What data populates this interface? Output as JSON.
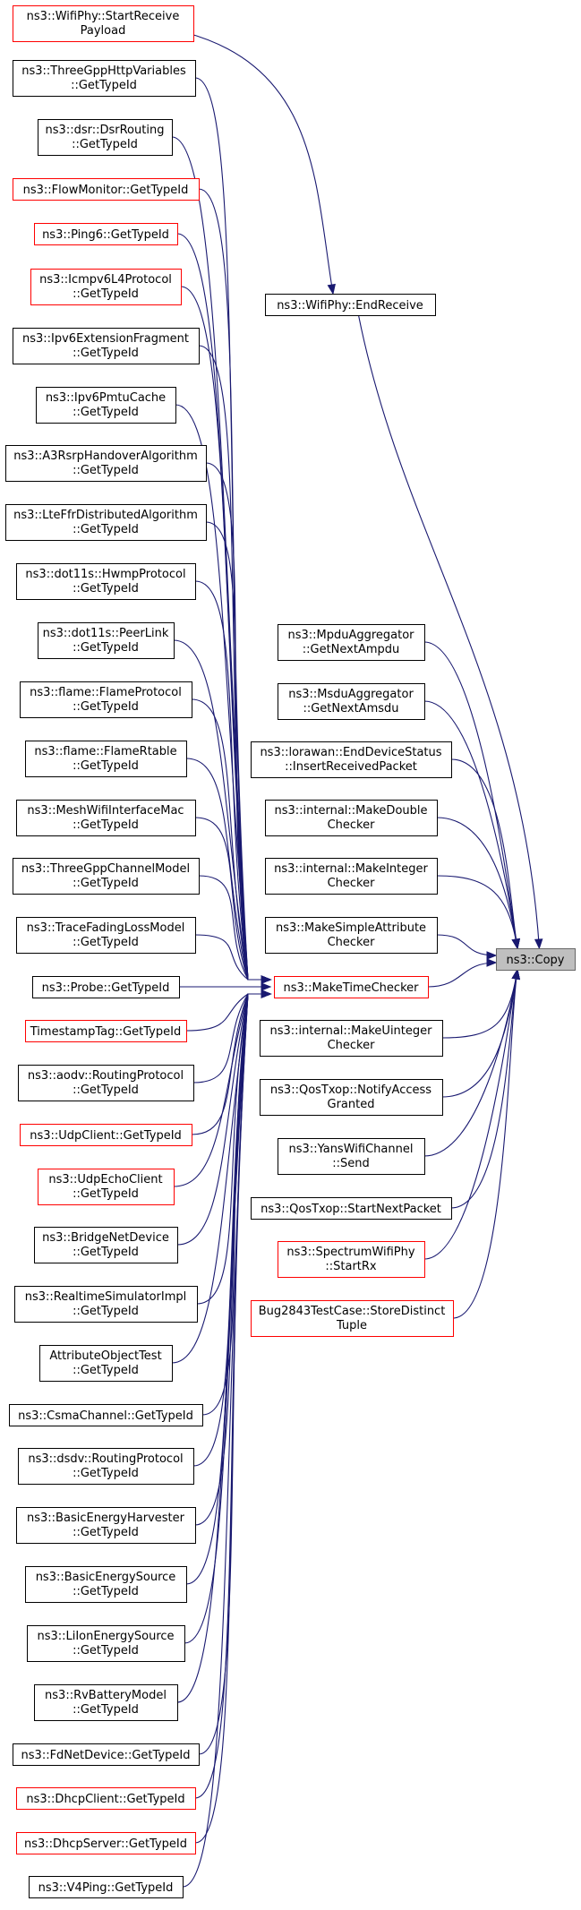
{
  "graph": {
    "target": "ns3::Copy",
    "hub": "ns3::MakeTimeChecker",
    "relay": "ns3::WifiPhy::EndReceive",
    "colors": {
      "edge": "#191970",
      "hub_border": "#ff0000",
      "caller_border": "#000000",
      "link_caller_border": "#ff0000",
      "target_fill": "#bfbfbf"
    },
    "nodes": [
      {
        "id": "wifi_start_receive",
        "lines": [
          "ns3::WifiPhy::StartReceive",
          "Payload"
        ],
        "red": true
      },
      {
        "id": "threegpp_http",
        "lines": [
          "ns3::ThreeGppHttpVariables",
          "::GetTypeId"
        ],
        "red": false
      },
      {
        "id": "dsr_routing",
        "lines": [
          "ns3::dsr::DsrRouting",
          "::GetTypeId"
        ],
        "red": false
      },
      {
        "id": "flow_monitor",
        "lines": [
          "ns3::FlowMonitor::GetTypeId"
        ],
        "red": true
      },
      {
        "id": "ping6",
        "lines": [
          "ns3::Ping6::GetTypeId"
        ],
        "red": true
      },
      {
        "id": "icmpv6l4",
        "lines": [
          "ns3::Icmpv6L4Protocol",
          "::GetTypeId"
        ],
        "red": true
      },
      {
        "id": "ipv6_ext_frag",
        "lines": [
          "ns3::Ipv6ExtensionFragment",
          "::GetTypeId"
        ],
        "red": false
      },
      {
        "id": "ipv6_pmtu",
        "lines": [
          "ns3::Ipv6PmtuCache",
          "::GetTypeId"
        ],
        "red": false
      },
      {
        "id": "a3rsrp",
        "lines": [
          "ns3::A3RsrpHandoverAlgorithm",
          "::GetTypeId"
        ],
        "red": false
      },
      {
        "id": "lte_ffr",
        "lines": [
          "ns3::LteFfrDistributedAlgorithm",
          "::GetTypeId"
        ],
        "red": false
      },
      {
        "id": "hwmp",
        "lines": [
          "ns3::dot11s::HwmpProtocol",
          "::GetTypeId"
        ],
        "red": false
      },
      {
        "id": "peer_link",
        "lines": [
          "ns3::dot11s::PeerLink",
          "::GetTypeId"
        ],
        "red": false
      },
      {
        "id": "flame_protocol",
        "lines": [
          "ns3::flame::FlameProtocol",
          "::GetTypeId"
        ],
        "red": false
      },
      {
        "id": "flame_rtable",
        "lines": [
          "ns3::flame::FlameRtable",
          "::GetTypeId"
        ],
        "red": false
      },
      {
        "id": "mesh_wifi_mac",
        "lines": [
          "ns3::MeshWifiInterfaceMac",
          "::GetTypeId"
        ],
        "red": false
      },
      {
        "id": "threegpp_channel",
        "lines": [
          "ns3::ThreeGppChannelModel",
          "::GetTypeId"
        ],
        "red": false
      },
      {
        "id": "trace_fading",
        "lines": [
          "ns3::TraceFadingLossModel",
          "::GetTypeId"
        ],
        "red": false
      },
      {
        "id": "probe",
        "lines": [
          "ns3::Probe::GetTypeId"
        ],
        "red": false
      },
      {
        "id": "timestamp_tag",
        "lines": [
          "TimestampTag::GetTypeId"
        ],
        "red": true
      },
      {
        "id": "aodv_routing",
        "lines": [
          "ns3::aodv::RoutingProtocol",
          "::GetTypeId"
        ],
        "red": false
      },
      {
        "id": "udp_client",
        "lines": [
          "ns3::UdpClient::GetTypeId"
        ],
        "red": true
      },
      {
        "id": "udp_echo_client",
        "lines": [
          "ns3::UdpEchoClient",
          "::GetTypeId"
        ],
        "red": true
      },
      {
        "id": "bridge_net",
        "lines": [
          "ns3::BridgeNetDevice",
          "::GetTypeId"
        ],
        "red": false
      },
      {
        "id": "realtime_sim",
        "lines": [
          "ns3::RealtimeSimulatorImpl",
          "::GetTypeId"
        ],
        "red": false
      },
      {
        "id": "attr_obj_test",
        "lines": [
          "AttributeObjectTest",
          "::GetTypeId"
        ],
        "red": false
      },
      {
        "id": "csma_channel",
        "lines": [
          "ns3::CsmaChannel::GetTypeId"
        ],
        "red": false
      },
      {
        "id": "dsdv_routing",
        "lines": [
          "ns3::dsdv::RoutingProtocol",
          "::GetTypeId"
        ],
        "red": false
      },
      {
        "id": "basic_harvester",
        "lines": [
          "ns3::BasicEnergyHarvester",
          "::GetTypeId"
        ],
        "red": false
      },
      {
        "id": "basic_source",
        "lines": [
          "ns3::BasicEnergySource",
          "::GetTypeId"
        ],
        "red": false
      },
      {
        "id": "liion_source",
        "lines": [
          "ns3::LiIonEnergySource",
          "::GetTypeId"
        ],
        "red": false
      },
      {
        "id": "rv_battery",
        "lines": [
          "ns3::RvBatteryModel",
          "::GetTypeId"
        ],
        "red": false
      },
      {
        "id": "fd_net_device",
        "lines": [
          "ns3::FdNetDevice::GetTypeId"
        ],
        "red": false
      },
      {
        "id": "dhcp_client",
        "lines": [
          "ns3::DhcpClient::GetTypeId"
        ],
        "red": true
      },
      {
        "id": "dhcp_server",
        "lines": [
          "ns3::DhcpServer::GetTypeId"
        ],
        "red": true
      },
      {
        "id": "v4ping",
        "lines": [
          "ns3::V4Ping::GetTypeId"
        ],
        "red": false
      },
      {
        "id": "end_receive",
        "lines": [
          "ns3::WifiPhy::EndReceive"
        ],
        "red": false
      },
      {
        "id": "mpdu_agg",
        "lines": [
          "ns3::MpduAggregator",
          "::GetNextAmpdu"
        ],
        "red": false
      },
      {
        "id": "msdu_agg",
        "lines": [
          "ns3::MsduAggregator",
          "::GetNextAmsdu"
        ],
        "red": false
      },
      {
        "id": "lorawan_eds",
        "lines": [
          "ns3::lorawan::EndDeviceStatus",
          "::InsertReceivedPacket"
        ],
        "red": false
      },
      {
        "id": "make_double",
        "lines": [
          "ns3::internal::MakeDouble",
          "Checker"
        ],
        "red": false
      },
      {
        "id": "make_integer",
        "lines": [
          "ns3::internal::MakeInteger",
          "Checker"
        ],
        "red": false
      },
      {
        "id": "make_simple_attr",
        "lines": [
          "ns3::MakeSimpleAttribute",
          "Checker"
        ],
        "red": false
      },
      {
        "id": "make_time_checker",
        "lines": [
          "ns3::MakeTimeChecker"
        ],
        "red": true
      },
      {
        "id": "make_uinteger",
        "lines": [
          "ns3::internal::MakeUinteger",
          "Checker"
        ],
        "red": false
      },
      {
        "id": "qostxop_notify",
        "lines": [
          "ns3::QosTxop::NotifyAccess",
          "Granted"
        ],
        "red": false
      },
      {
        "id": "yans_send",
        "lines": [
          "ns3::YansWifiChannel",
          "::Send"
        ],
        "red": false
      },
      {
        "id": "qostxop_start",
        "lines": [
          "ns3::QosTxop::StartNextPacket"
        ],
        "red": false
      },
      {
        "id": "spectrum_startrx",
        "lines": [
          "ns3::SpectrumWifiPhy",
          "::StartRx"
        ],
        "red": true
      },
      {
        "id": "bug2843",
        "lines": [
          "Bug2843TestCase::StoreDistinct",
          "Tuple"
        ],
        "red": true
      },
      {
        "id": "copy",
        "lines": [
          "ns3::Copy"
        ],
        "red": false,
        "target": true
      }
    ],
    "edges": [
      {
        "from": "wifi_start_receive",
        "to": "end_receive"
      },
      {
        "from": "end_receive",
        "to": "copy"
      },
      {
        "from": "threegpp_http",
        "to": "make_time_checker"
      },
      {
        "from": "dsr_routing",
        "to": "make_time_checker"
      },
      {
        "from": "flow_monitor",
        "to": "make_time_checker"
      },
      {
        "from": "ping6",
        "to": "make_time_checker"
      },
      {
        "from": "icmpv6l4",
        "to": "make_time_checker"
      },
      {
        "from": "ipv6_ext_frag",
        "to": "make_time_checker"
      },
      {
        "from": "ipv6_pmtu",
        "to": "make_time_checker"
      },
      {
        "from": "a3rsrp",
        "to": "make_time_checker"
      },
      {
        "from": "lte_ffr",
        "to": "make_time_checker"
      },
      {
        "from": "hwmp",
        "to": "make_time_checker"
      },
      {
        "from": "peer_link",
        "to": "make_time_checker"
      },
      {
        "from": "flame_protocol",
        "to": "make_time_checker"
      },
      {
        "from": "flame_rtable",
        "to": "make_time_checker"
      },
      {
        "from": "mesh_wifi_mac",
        "to": "make_time_checker"
      },
      {
        "from": "threegpp_channel",
        "to": "make_time_checker"
      },
      {
        "from": "trace_fading",
        "to": "make_time_checker"
      },
      {
        "from": "probe",
        "to": "make_time_checker"
      },
      {
        "from": "timestamp_tag",
        "to": "make_time_checker"
      },
      {
        "from": "aodv_routing",
        "to": "make_time_checker"
      },
      {
        "from": "udp_client",
        "to": "make_time_checker"
      },
      {
        "from": "udp_echo_client",
        "to": "make_time_checker"
      },
      {
        "from": "bridge_net",
        "to": "make_time_checker"
      },
      {
        "from": "realtime_sim",
        "to": "make_time_checker"
      },
      {
        "from": "attr_obj_test",
        "to": "make_time_checker"
      },
      {
        "from": "csma_channel",
        "to": "make_time_checker"
      },
      {
        "from": "dsdv_routing",
        "to": "make_time_checker"
      },
      {
        "from": "basic_harvester",
        "to": "make_time_checker"
      },
      {
        "from": "basic_source",
        "to": "make_time_checker"
      },
      {
        "from": "liion_source",
        "to": "make_time_checker"
      },
      {
        "from": "rv_battery",
        "to": "make_time_checker"
      },
      {
        "from": "fd_net_device",
        "to": "make_time_checker"
      },
      {
        "from": "dhcp_client",
        "to": "make_time_checker"
      },
      {
        "from": "dhcp_server",
        "to": "make_time_checker"
      },
      {
        "from": "v4ping",
        "to": "make_time_checker"
      },
      {
        "from": "mpdu_agg",
        "to": "copy"
      },
      {
        "from": "msdu_agg",
        "to": "copy"
      },
      {
        "from": "lorawan_eds",
        "to": "copy"
      },
      {
        "from": "make_double",
        "to": "copy"
      },
      {
        "from": "make_integer",
        "to": "copy"
      },
      {
        "from": "make_simple_attr",
        "to": "copy"
      },
      {
        "from": "make_time_checker",
        "to": "copy"
      },
      {
        "from": "make_uinteger",
        "to": "copy"
      },
      {
        "from": "qostxop_notify",
        "to": "copy"
      },
      {
        "from": "yans_send",
        "to": "copy"
      },
      {
        "from": "qostxop_start",
        "to": "copy"
      },
      {
        "from": "spectrum_startrx",
        "to": "copy"
      },
      {
        "from": "bug2843",
        "to": "copy"
      }
    ]
  }
}
